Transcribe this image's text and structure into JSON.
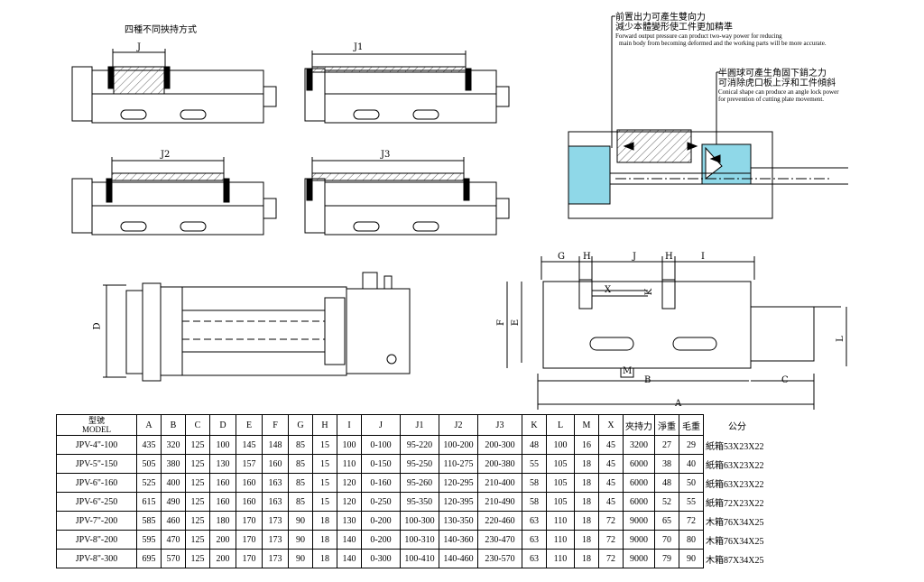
{
  "clamping_title": "四種不同挾持方式",
  "clamp_labels": [
    "J",
    "J1",
    "J2",
    "J3"
  ],
  "note1": {
    "zh_line1": "前置出力可產生雙向力",
    "zh_line2": "減少本體變形使工件更加精準",
    "en_line1": "Forward output pressure can product two-way power for reducing",
    "en_line2": "main body from becoming deformed and the working parts will be more accurate."
  },
  "note2": {
    "zh_line1": "半圓球可產生角固下銷之力",
    "zh_line2": "可消除虎口板上浮和工件傾斜",
    "en_line1": "Conical shape can produce an angle lock power",
    "en_line2": "for prevention of cutting plate movement."
  },
  "dimension_labels": {
    "top_view_d": "D",
    "side": [
      "G",
      "H",
      "J",
      "H",
      "I",
      "X",
      "K",
      "F",
      "E",
      "L",
      "M",
      "B",
      "C",
      "A"
    ]
  },
  "table": {
    "headers": [
      "型號 MODEL",
      "A",
      "B",
      "C",
      "D",
      "E",
      "F",
      "G",
      "H",
      "I",
      "J",
      "J1",
      "J2",
      "J3",
      "K",
      "L",
      "M",
      "X",
      "夾持力",
      "淨重",
      "毛重",
      "公分"
    ],
    "model_zh": "型號",
    "model_en": "MODEL",
    "rows": [
      [
        "JPV-4\"-100",
        "435",
        "320",
        "125",
        "100",
        "145",
        "148",
        "85",
        "15",
        "100",
        "0-100",
        "95-220",
        "100-200",
        "200-300",
        "48",
        "100",
        "16",
        "45",
        "3200",
        "27",
        "29",
        "紙箱53X23X22"
      ],
      [
        "JPV-5\"-150",
        "505",
        "380",
        "125",
        "130",
        "157",
        "160",
        "85",
        "15",
        "110",
        "0-150",
        "95-250",
        "110-275",
        "200-380",
        "55",
        "105",
        "18",
        "45",
        "6000",
        "38",
        "40",
        "紙箱63X23X22"
      ],
      [
        "JPV-6\"-160",
        "525",
        "400",
        "125",
        "160",
        "160",
        "163",
        "85",
        "15",
        "120",
        "0-160",
        "95-260",
        "120-295",
        "210-400",
        "58",
        "105",
        "18",
        "45",
        "6000",
        "48",
        "50",
        "紙箱63X23X22"
      ],
      [
        "JPV-6\"-250",
        "615",
        "490",
        "125",
        "160",
        "160",
        "163",
        "85",
        "15",
        "120",
        "0-250",
        "95-350",
        "120-395",
        "210-490",
        "58",
        "105",
        "18",
        "45",
        "6000",
        "52",
        "55",
        "紙箱72X23X22"
      ],
      [
        "JPV-7\"-200",
        "585",
        "460",
        "125",
        "180",
        "170",
        "173",
        "90",
        "18",
        "130",
        "0-200",
        "100-300",
        "130-350",
        "220-460",
        "63",
        "110",
        "18",
        "72",
        "9000",
        "65",
        "72",
        "木箱76X34X25"
      ],
      [
        "JPV-8\"-200",
        "595",
        "470",
        "125",
        "200",
        "170",
        "173",
        "90",
        "18",
        "140",
        "0-200",
        "100-310",
        "140-360",
        "230-470",
        "63",
        "110",
        "18",
        "72",
        "9000",
        "70",
        "80",
        "木箱76X34X25"
      ],
      [
        "JPV-8\"-300",
        "695",
        "570",
        "125",
        "200",
        "170",
        "173",
        "90",
        "18",
        "140",
        "0-300",
        "100-410",
        "140-460",
        "230-570",
        "63",
        "110",
        "18",
        "72",
        "9000",
        "79",
        "90",
        "木箱87X34X25"
      ]
    ]
  },
  "colors": {
    "cyan_fill": "#8fd8e8",
    "line": "#000000"
  }
}
